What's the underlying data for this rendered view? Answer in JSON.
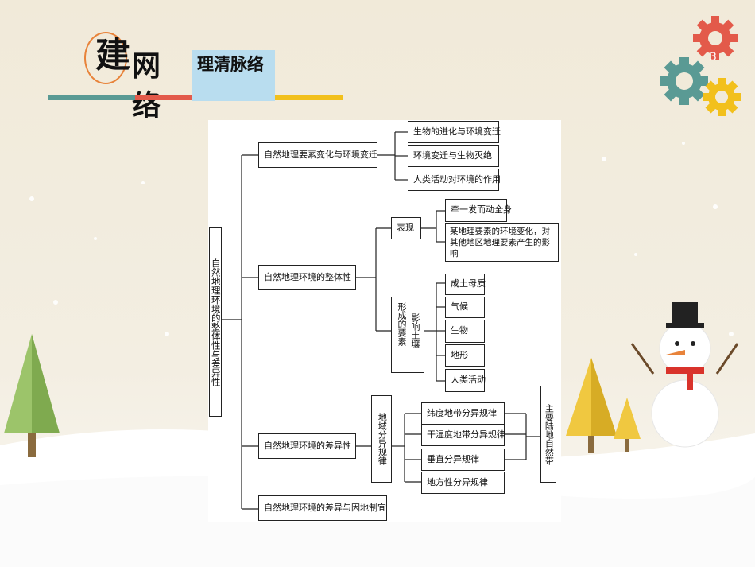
{
  "header": {
    "title_big": "建",
    "title_rest_1": "网",
    "title_rest_2": "络",
    "subtitle": "理清脉络",
    "page_number": "3"
  },
  "colors": {
    "bg_top": "#f1ead9",
    "bg_bottom": "#ffffff",
    "accent_orange": "#e8833a",
    "bar_teal": "#5a9a94",
    "bar_red": "#e35a4a",
    "bar_yellow": "#f2c01c",
    "subtitle_bg": "#b9ddef"
  },
  "diagram": {
    "root": "自然地理环境的整体性与差异性",
    "branch1": {
      "label": "自然地理要素变化与环境变迁",
      "children": [
        "生物的进化与环境变迁",
        "环境变迁与生物灭绝",
        "人类活动对环境的作用"
      ]
    },
    "branch2": {
      "label": "自然地理环境的整体性",
      "biaoxian": "表现",
      "biaoxian_items": [
        "牵一发而动全身",
        "某地理要素的环境变化，对其他地区地理要素产生的影响"
      ],
      "soil_col1": "影响土壤",
      "soil_col2": "形成的要素",
      "soil_items": [
        "成土母质",
        "气候",
        "生物",
        "地形",
        "人类活动"
      ]
    },
    "branch3": {
      "label": "自然地理环境的差异性",
      "diyu": "地域分异规律",
      "laws": [
        "纬度地带分异规律",
        "干湿度地带分异规律",
        "垂直分异规律",
        "地方性分异规律"
      ],
      "zone": "主要陆地自然带"
    },
    "branch4": {
      "label": "自然地理环境的差异与因地制宜"
    }
  }
}
